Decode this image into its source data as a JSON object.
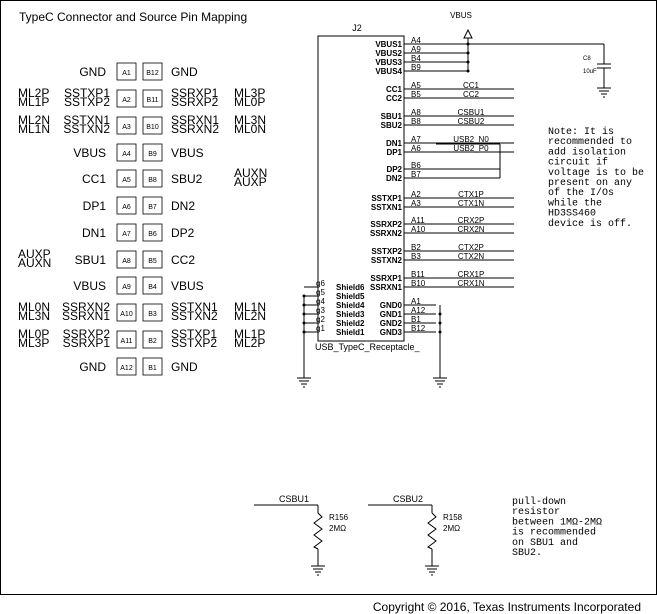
{
  "title": "TypeC Connector and Source Pin Mapping",
  "copyright": "Copyright © 2016, Texas Instruments Incorporated",
  "pinmap": {
    "left_col": [
      {
        "pin": "A1",
        "sig": "GND",
        "alt1": "",
        "alt2": ""
      },
      {
        "pin": "A2",
        "sig": "SSTXP1",
        "alt1": "ML2P",
        "alt2": "",
        "sig2": "SSTXP2",
        "alt1b": "ML1P"
      },
      {
        "pin": "A3",
        "sig": "SSTXN1",
        "alt1": "ML2N",
        "sig2": "SSTXN2",
        "alt1b": "ML1N"
      },
      {
        "pin": "A4",
        "sig": "VBUS"
      },
      {
        "pin": "A5",
        "sig": "CC1"
      },
      {
        "pin": "A6",
        "sig": "DP1"
      },
      {
        "pin": "A7",
        "sig": "DN1"
      },
      {
        "pin": "A8",
        "sig": "SBU1",
        "alt1": "AUXP",
        "alt1b": "AUXN"
      },
      {
        "pin": "A9",
        "sig": "VBUS"
      },
      {
        "pin": "A10",
        "sig": "SSRXN2",
        "alt1": "ML0N",
        "sig2": "SSRXN1",
        "alt1b": "ML3N"
      },
      {
        "pin": "A11",
        "sig": "SSRXP2",
        "alt1": "ML0P",
        "sig2": "SSRXP1",
        "alt1b": "ML3P"
      },
      {
        "pin": "A12",
        "sig": "GND"
      }
    ],
    "right_col": [
      {
        "pin": "B12",
        "sig": "GND"
      },
      {
        "pin": "B11",
        "sig": "SSRXP1",
        "sig2": "SSRXP2",
        "alt1": "ML3P",
        "alt1b": "ML0P"
      },
      {
        "pin": "B10",
        "sig": "SSRXN1",
        "sig2": "SSRXN2",
        "alt1": "ML3N",
        "alt1b": "ML0N"
      },
      {
        "pin": "B9",
        "sig": "VBUS"
      },
      {
        "pin": "B8",
        "sig": "SBU2",
        "alt1": "AUXN",
        "alt1b": "AUXP"
      },
      {
        "pin": "B7",
        "sig": "DN2"
      },
      {
        "pin": "B6",
        "sig": "DP2"
      },
      {
        "pin": "B5",
        "sig": "CC2"
      },
      {
        "pin": "B4",
        "sig": "VBUS"
      },
      {
        "pin": "B3",
        "sig": "SSTXN1",
        "sig2": "SSTXN2",
        "alt1": "ML1N",
        "alt1b": "ML2N"
      },
      {
        "pin": "B2",
        "sig": "SSTXP1",
        "sig2": "SSTXP2",
        "alt1": "ML1P",
        "alt1b": "ML2P"
      },
      {
        "pin": "B1",
        "sig": "GND"
      }
    ]
  },
  "connector": {
    "ref": "J2",
    "part": "USB_TypeC_Receptacle_",
    "vbus_label": "VBUS",
    "cap_ref": "C8",
    "cap_val": "10uF",
    "pins": [
      {
        "name": "VBUS1",
        "num": "A4",
        "net": ""
      },
      {
        "name": "VBUS2",
        "num": "A9",
        "net": ""
      },
      {
        "name": "VBUS3",
        "num": "B4",
        "net": ""
      },
      {
        "name": "VBUS4",
        "num": "B9",
        "net": ""
      },
      {
        "name": "CC1",
        "num": "A5",
        "net": "CC1"
      },
      {
        "name": "CC2",
        "num": "B5",
        "net": "CC2"
      },
      {
        "name": "SBU1",
        "num": "A8",
        "net": "CSBU1"
      },
      {
        "name": "SBU2",
        "num": "B8",
        "net": "CSBU2"
      },
      {
        "name": "DN1",
        "num": "A7",
        "net": "USB2_N0"
      },
      {
        "name": "DP1",
        "num": "A6",
        "net": "USB2_P0"
      },
      {
        "name": "DP2",
        "num": "B6",
        "net": ""
      },
      {
        "name": "DN2",
        "num": "B7",
        "net": ""
      },
      {
        "name": "SSTXP1",
        "num": "A2",
        "net": "CTX1P"
      },
      {
        "name": "SSTXN1",
        "num": "A3",
        "net": "CTX1N"
      },
      {
        "name": "SSRXP2",
        "num": "A11",
        "net": "CRX2P"
      },
      {
        "name": "SSRXN2",
        "num": "A10",
        "net": "CRX2N"
      },
      {
        "name": "SSTXP2",
        "num": "B2",
        "net": "CTX2P"
      },
      {
        "name": "SSTXN2",
        "num": "B3",
        "net": "CTX2N"
      },
      {
        "name": "SSRXP1",
        "num": "B11",
        "net": "CRX1P"
      },
      {
        "name": "SSRXN1",
        "num": "B10",
        "net": "CRX1N"
      },
      {
        "name": "GND0",
        "num": "A1",
        "net": ""
      },
      {
        "name": "GND1",
        "num": "A12",
        "net": ""
      },
      {
        "name": "GND2",
        "num": "B1",
        "net": ""
      },
      {
        "name": "GND3",
        "num": "B12",
        "net": ""
      }
    ],
    "shield_pins": [
      {
        "name": "Shield6",
        "num": "g6"
      },
      {
        "name": "Shield5",
        "num": "g5"
      },
      {
        "name": "Shield4",
        "num": "g4"
      },
      {
        "name": "Shield3",
        "num": "g3"
      },
      {
        "name": "Shield2",
        "num": "g2"
      },
      {
        "name": "Shield1",
        "num": "g1"
      }
    ]
  },
  "note": [
    "Note: It is",
    "recommended to",
    "add isolation",
    "circuit if",
    "voltage  is to be",
    "present on any",
    "of the I/Os",
    "while the",
    "HD3SS460",
    "device is off."
  ],
  "resistors": [
    {
      "net": "CSBU1",
      "ref": "R156",
      "val": "2MΩ"
    },
    {
      "net": "CSBU2",
      "ref": "R158",
      "val": "2MΩ"
    }
  ],
  "note2": [
    "pull-down",
    "resistor",
    "between 1MΩ-2MΩ",
    "is recommended",
    "on SBU1 and",
    "SBU2."
  ]
}
